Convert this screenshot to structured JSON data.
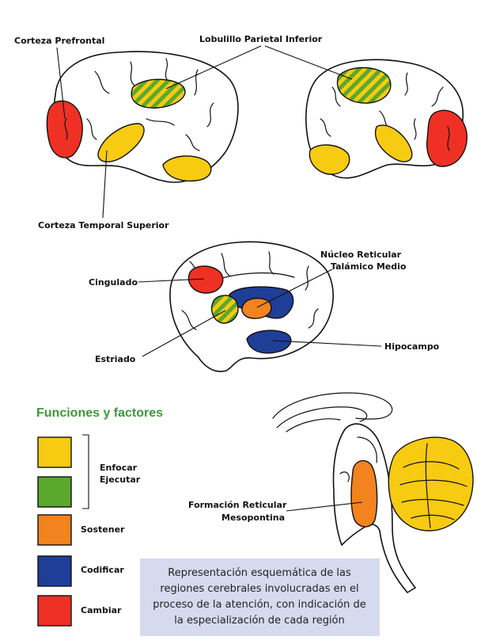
{
  "colors": {
    "yellow": "#F7CB12",
    "green": "#5BA82E",
    "orange": "#F2831F",
    "blue": "#1F3E98",
    "red": "#EE3124",
    "title_green": "#3C9A3A",
    "caption_bg": "#D6DAEF"
  },
  "labels": {
    "prefrontal": "Corteza Prefrontal",
    "parietal": "Lobulillo Parietal Inferior",
    "temporal": "Corteza Temporal Superior",
    "thalamic_1": "Núcleo Reticular",
    "thalamic_2": "Talámico Medio",
    "cingulate": "Cingulado",
    "striatum": "Estriado",
    "hippocampus": "Hipocampo",
    "reticular_1": "Formación Reticular",
    "reticular_2": "Mesopontina"
  },
  "legend": {
    "title": "Funciones y factores",
    "bracket_1": "Enfocar",
    "bracket_2": "Ejecutar",
    "sostener": "Sostener",
    "codificar": "Codificar",
    "cambiar": "Cambiar"
  },
  "caption": {
    "line1": "Representación esquemática de las",
    "line2": "regiones cerebrales involucradas en el",
    "line3": "proceso de la atención, con indicación de",
    "line4": "la especialización de cada región"
  }
}
